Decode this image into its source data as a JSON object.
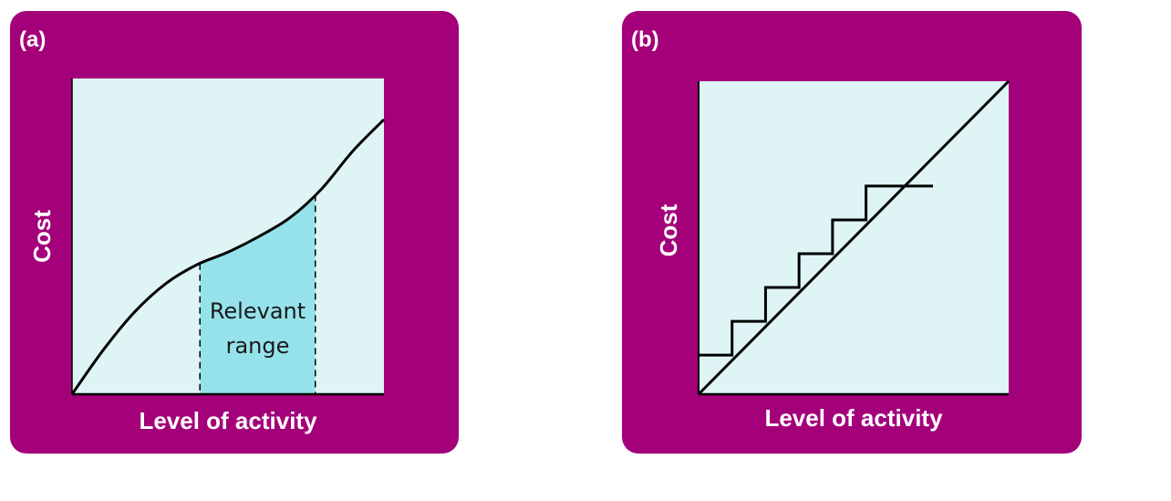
{
  "colors": {
    "panel": "#a3007a",
    "plot_bg": "#dff5f5",
    "highlight": "#96e2ea",
    "line": "#000000"
  },
  "chart_data": [
    {
      "type": "line",
      "panel_label": "(a)",
      "xlabel": "Level of activity",
      "ylabel": "Cost",
      "xlim": [
        0,
        1
      ],
      "ylim": [
        0,
        1
      ],
      "grid": false,
      "series": [
        {
          "x": [
            0,
            0.1,
            0.2,
            0.3,
            0.4,
            0.5,
            0.6,
            0.7,
            0.8,
            0.9,
            1.0
          ],
          "y": [
            0,
            0.14,
            0.26,
            0.35,
            0.41,
            0.45,
            0.5,
            0.56,
            0.65,
            0.77,
            0.87
          ]
        }
      ],
      "highlight_range": {
        "x": [
          0.41,
          0.78
        ],
        "label_line1": "Relevant",
        "label_line2": "range"
      }
    },
    {
      "type": "line",
      "panel_label": "(b)",
      "xlabel": "Level of activity",
      "ylabel": "Cost",
      "xlim": [
        0,
        1
      ],
      "ylim": [
        0,
        1
      ],
      "grid": false,
      "series": [
        {
          "x": [
            0,
            1
          ],
          "y": [
            0,
            1
          ]
        }
      ],
      "step_series": {
        "step_width": 0.108,
        "step_height": 0.108,
        "first_level": 0.125,
        "steps": 6
      }
    }
  ]
}
